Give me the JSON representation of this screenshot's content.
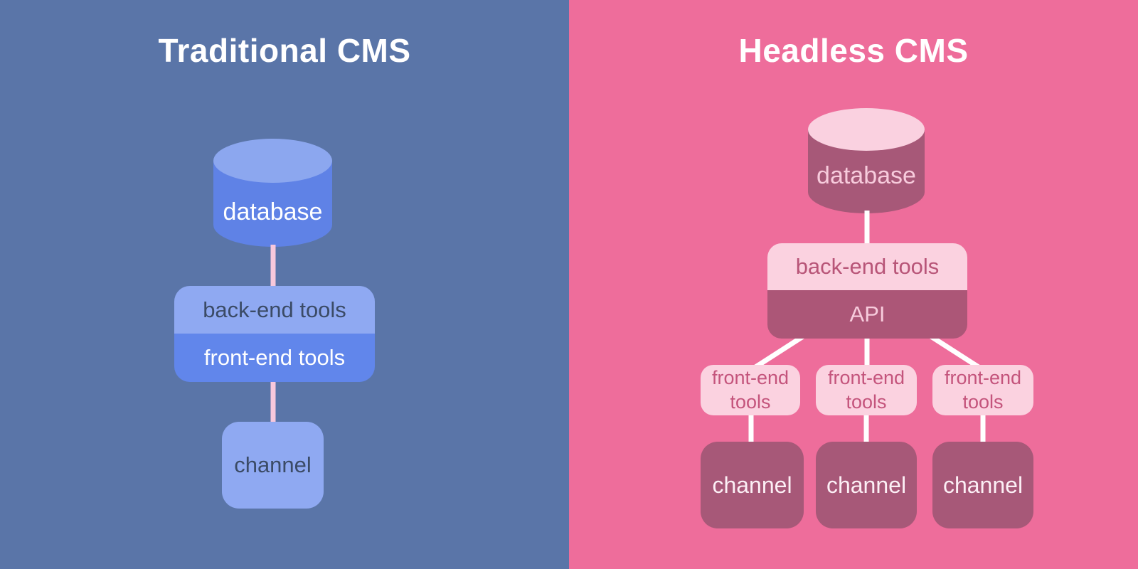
{
  "left": {
    "title": "Traditional CMS",
    "database": "database",
    "backend": "back-end tools",
    "frontend": "front-end tools",
    "channel": "channel"
  },
  "right": {
    "title": "Headless CMS",
    "database": "database",
    "backend": "back-end tools",
    "api": "API",
    "frontend_boxes": [
      "front-end tools",
      "front-end tools",
      "front-end tools"
    ],
    "channels": [
      "channel",
      "channel",
      "channel"
    ]
  },
  "palette": {
    "left_bg": "#5A75A8",
    "left_cyl_body": "#5F82E6",
    "left_cyl_top": "#8CA7EF",
    "left_blue_light": "#8FA9F2",
    "left_blue_mid": "#6186EB",
    "left_text_dark": "#3B4B66",
    "left_connector": "#F7C8DC",
    "right_bg": "#EE6D9B",
    "right_mauve": "#A75878",
    "right_cyl_top": "#FAD1E0",
    "right_pink_light": "#FBD2E0",
    "right_api_bg": "#AC5677",
    "right_text_rose": "#B85578",
    "right_text_rose2": "#C4547C",
    "right_text_light": "#F7CBDC",
    "right_channel_text": "#FCEFF5",
    "right_connector": "#FFFFFF"
  }
}
